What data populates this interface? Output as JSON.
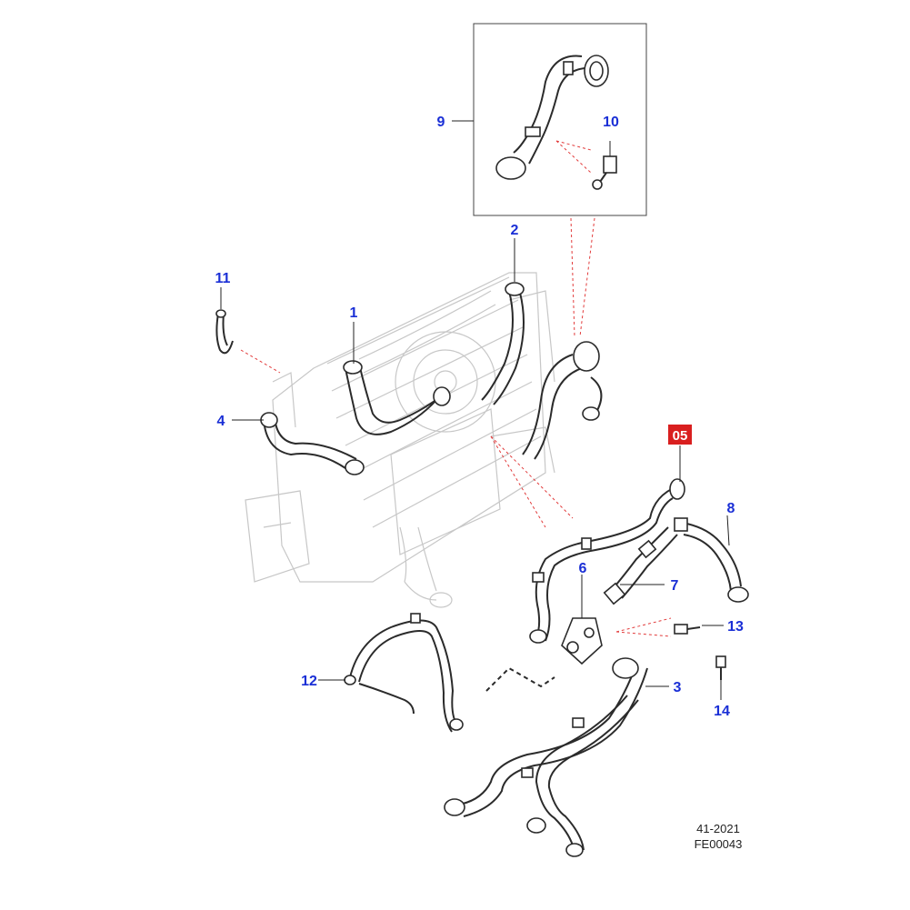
{
  "diagram": {
    "callouts": [
      {
        "id": "1",
        "label": "1"
      },
      {
        "id": "2",
        "label": "2"
      },
      {
        "id": "3",
        "label": "3"
      },
      {
        "id": "4",
        "label": "4"
      },
      {
        "id": "05",
        "label": "05",
        "highlighted": true
      },
      {
        "id": "6",
        "label": "6"
      },
      {
        "id": "7",
        "label": "7"
      },
      {
        "id": "8",
        "label": "8"
      },
      {
        "id": "9",
        "label": "9"
      },
      {
        "id": "10",
        "label": "10"
      },
      {
        "id": "11",
        "label": "11"
      },
      {
        "id": "12",
        "label": "12"
      },
      {
        "id": "13",
        "label": "13"
      },
      {
        "id": "14",
        "label": "14"
      }
    ],
    "reference_code": "41-2021",
    "figure_code": "FE00043",
    "colors": {
      "callout": "#1a2fd6",
      "highlight": "#d91f1f",
      "leader_red": "#e23b3b",
      "ghost_parts": "#c7c7c7",
      "parts": "#2b2b2b"
    }
  }
}
